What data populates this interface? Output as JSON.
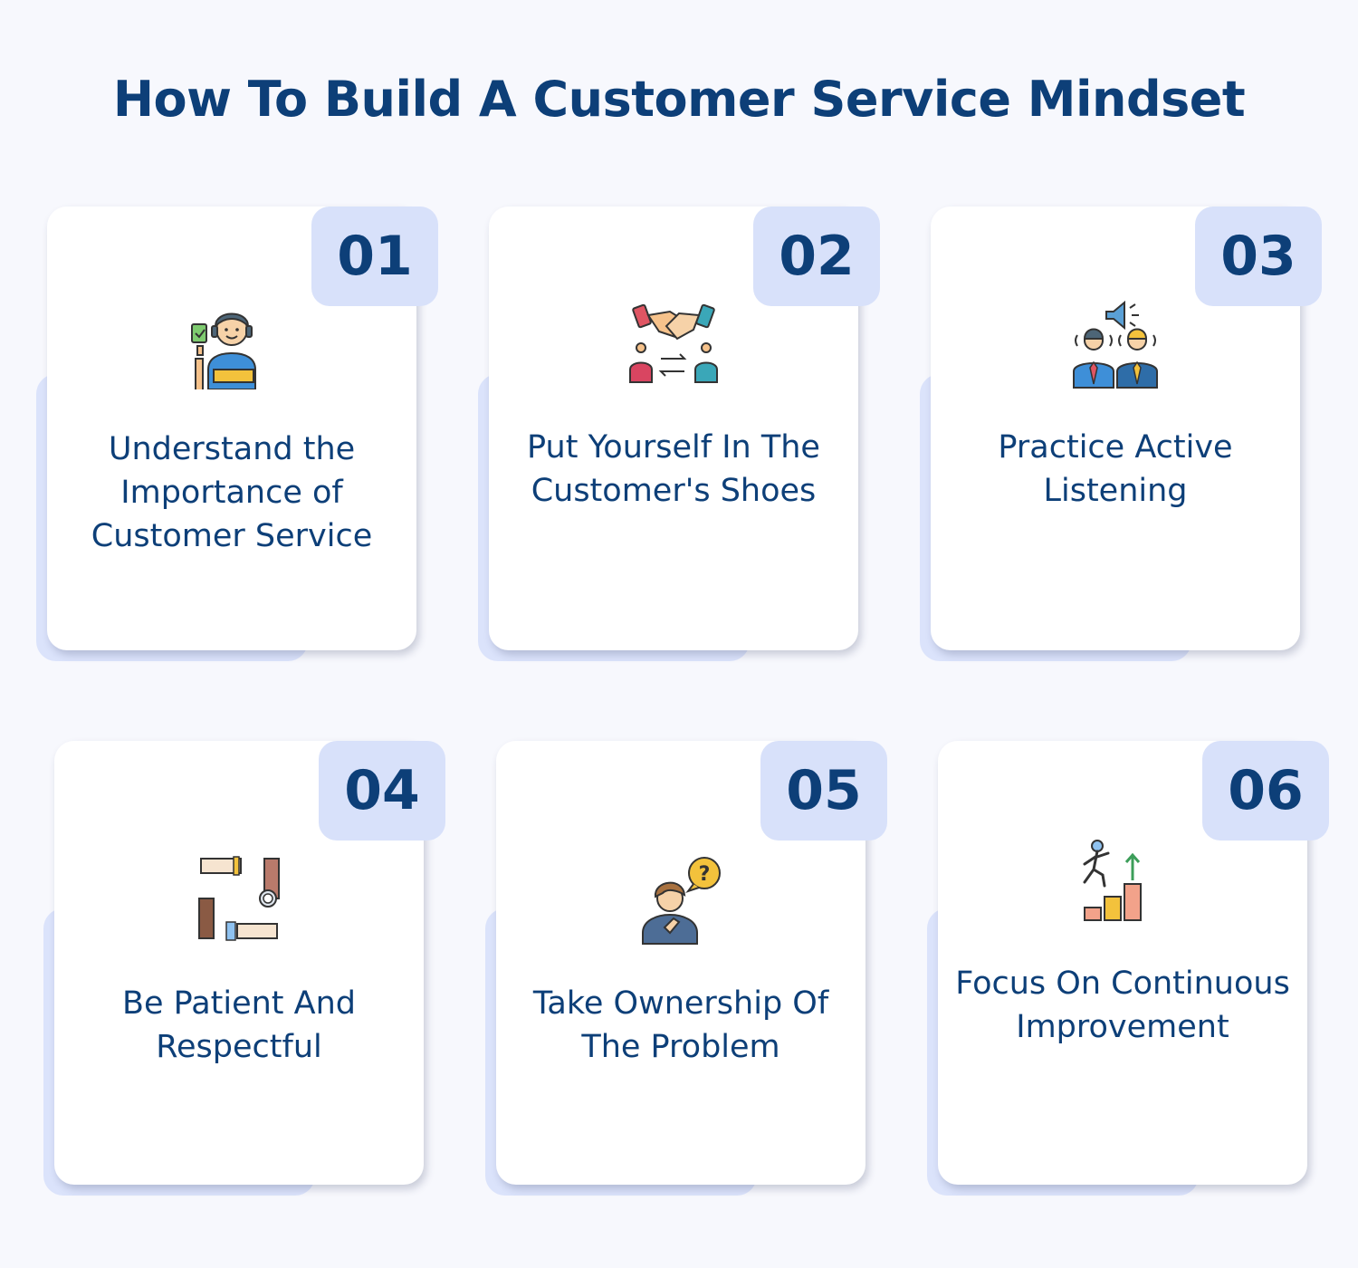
{
  "title": "How To Build A Customer Service Mindset",
  "cards": [
    {
      "number": "01",
      "text": "Understand the Importance of Customer Service",
      "icon": "customer-service-agent-icon"
    },
    {
      "number": "02",
      "text": "Put Yourself In The Customer's Shoes",
      "icon": "handshake-exchange-icon"
    },
    {
      "number": "03",
      "text": "Practice Active Listening",
      "icon": "people-listening-icon"
    },
    {
      "number": "04",
      "text": "Be Patient And Respectful",
      "icon": "joined-hands-icon"
    },
    {
      "number": "05",
      "text": "Take Ownership Of The Problem",
      "icon": "thinking-person-question-icon"
    },
    {
      "number": "06",
      "text": "Focus On Continuous Improvement",
      "icon": "climbing-steps-icon"
    }
  ],
  "colors": {
    "background": "#f7f8fd",
    "heading": "#0d3f78",
    "badge": "#d8e1fa",
    "card_back": "#dbe3fb",
    "card": "#ffffff"
  }
}
